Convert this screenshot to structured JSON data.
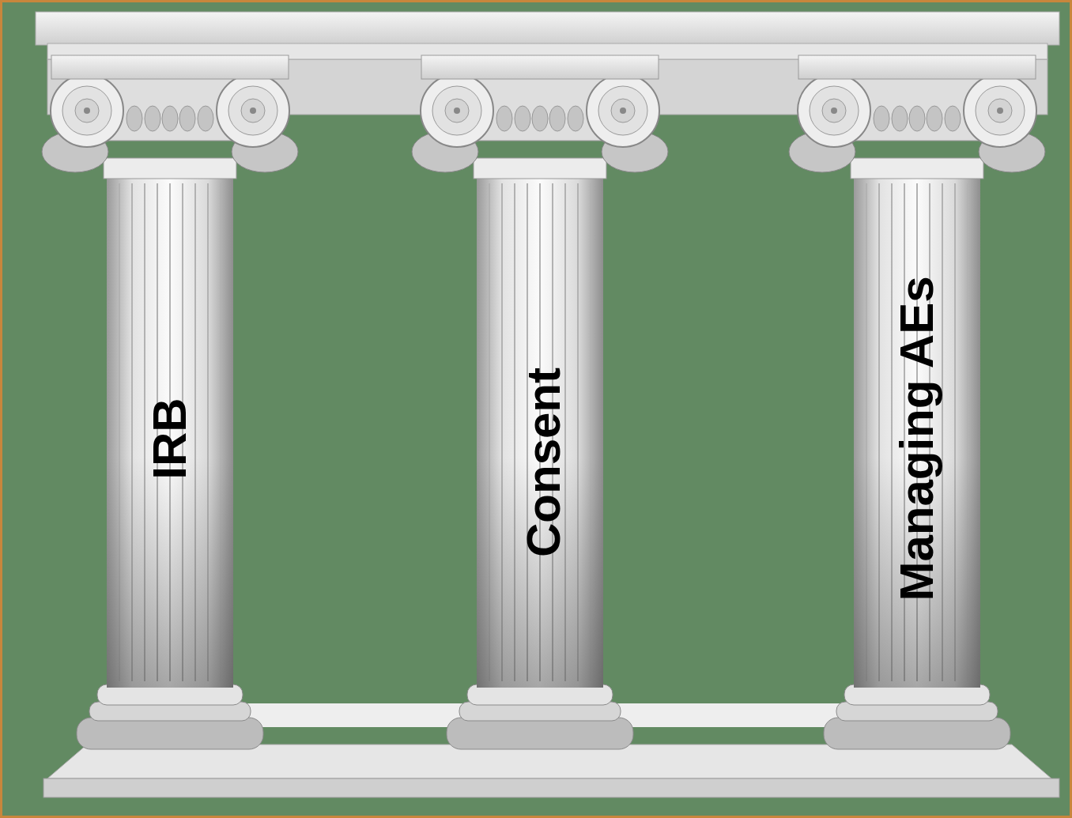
{
  "diagram": {
    "labels": [
      "IRB",
      "Consent",
      "Managing AEs"
    ]
  }
}
